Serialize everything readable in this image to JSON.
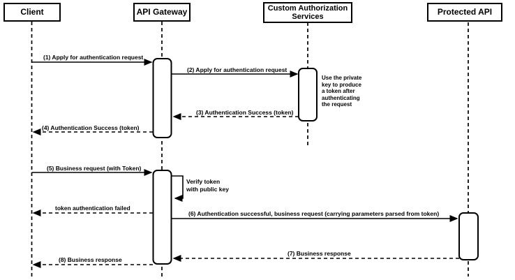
{
  "diagram": {
    "kind": "uml-sequence-diagram",
    "colors": {
      "background": "#ffffff",
      "line": "#000000",
      "shape_fill": "#ffffff",
      "text": "#000000"
    },
    "participants": [
      {
        "name": "Client"
      },
      {
        "name": "API Gateway"
      },
      {
        "name": "Custom Authorization Services"
      },
      {
        "name": "Protected API"
      }
    ],
    "messages": [
      {
        "label": "(1) Apply for authentication request",
        "from": "Client",
        "to": "API Gateway",
        "line": "solid"
      },
      {
        "label": "(2) Apply for authentication request",
        "from": "API Gateway",
        "to": "Custom Authorization Services",
        "line": "solid"
      },
      {
        "label": "(3) Authentication Success (token)",
        "from": "Custom Authorization Services",
        "to": "API Gateway",
        "line": "dashed"
      },
      {
        "label": "(4) Authentication Success (token)",
        "from": "API Gateway",
        "to": "Client",
        "line": "dashed"
      },
      {
        "label": "(5) Business request (with Token)",
        "from": "Client",
        "to": "API Gateway",
        "line": "solid"
      },
      {
        "label": "token authentication failed",
        "from": "API Gateway",
        "to": "Client",
        "line": "dashed"
      },
      {
        "label": "(6) Authentication successful, business request (carrying parameters parsed from token)",
        "from": "API Gateway",
        "to": "Protected API",
        "line": "solid"
      },
      {
        "label": "(7) Business response",
        "from": "Protected API",
        "to": "API Gateway",
        "line": "dashed"
      },
      {
        "label": "(8) Business response",
        "from": "API Gateway",
        "to": "Client",
        "line": "dashed"
      }
    ],
    "notes": [
      {
        "label": "Use the private key to produce a token after authenticating the request",
        "attached_to": "Custom Authorization Services"
      },
      {
        "label": "Verify token with public key",
        "attached_to": "API Gateway",
        "kind": "self-message"
      }
    ]
  }
}
